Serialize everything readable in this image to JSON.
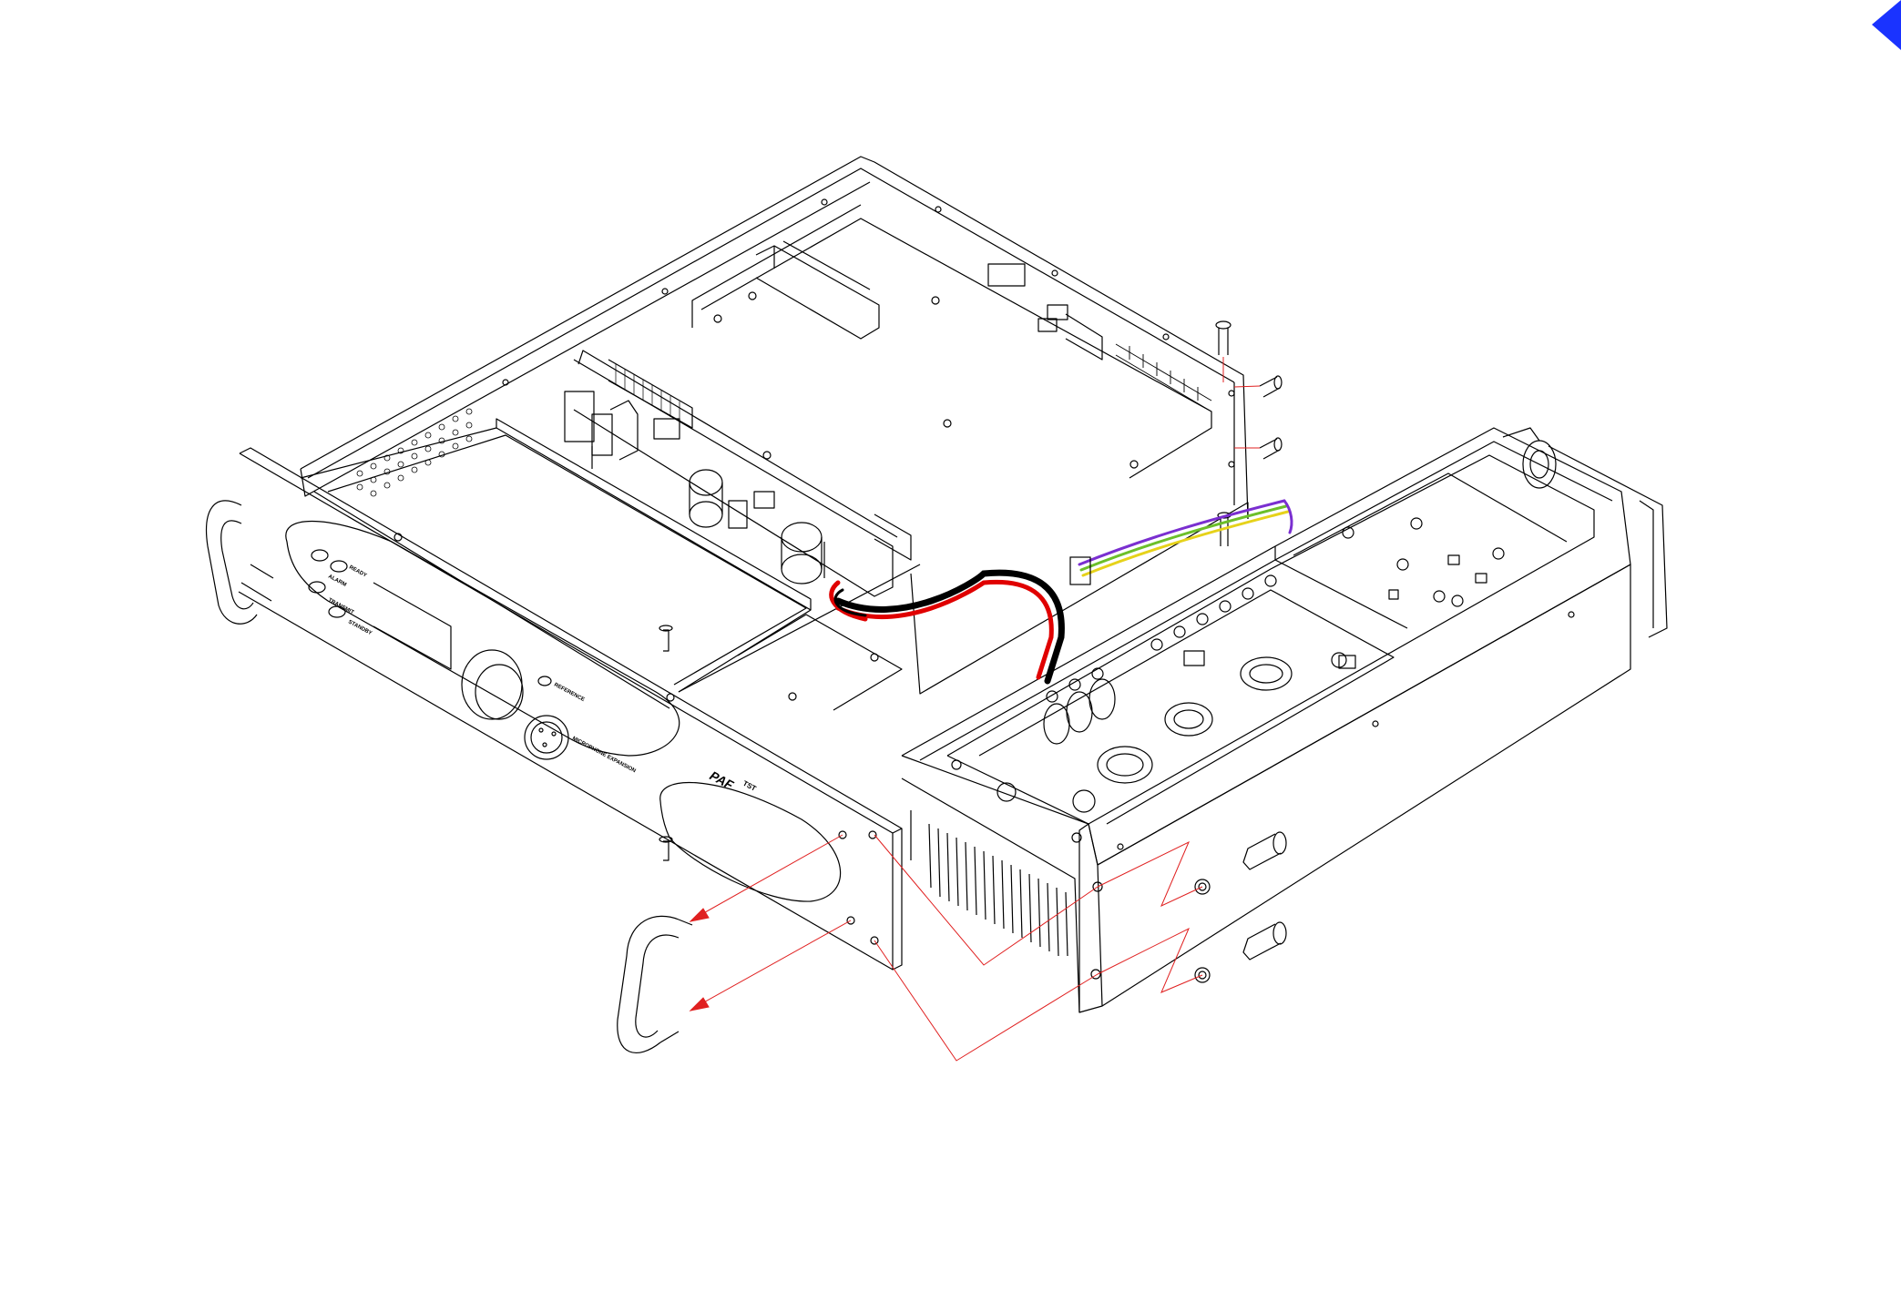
{
  "colors": {
    "line": "#000000",
    "explode_line": "#e02020",
    "cable_red": "#e00000",
    "cable_black": "#000000",
    "wire_purple": "#7a2fd0",
    "wire_green": "#6cbf2a",
    "wire_yellow": "#e6d21a",
    "nav_arrow": "#1a33ff"
  },
  "front_panel": {
    "indicators": [
      "READY",
      "ALARM",
      "TRANSMIT",
      "STANDBY"
    ],
    "reference_label": "REFERENCE",
    "connector_label": "MICROPHONE\nEXPANSION",
    "logo": "PAF",
    "logo_suffix": "TST"
  },
  "icons": {
    "nav_arrow": "chevron-left-icon"
  }
}
